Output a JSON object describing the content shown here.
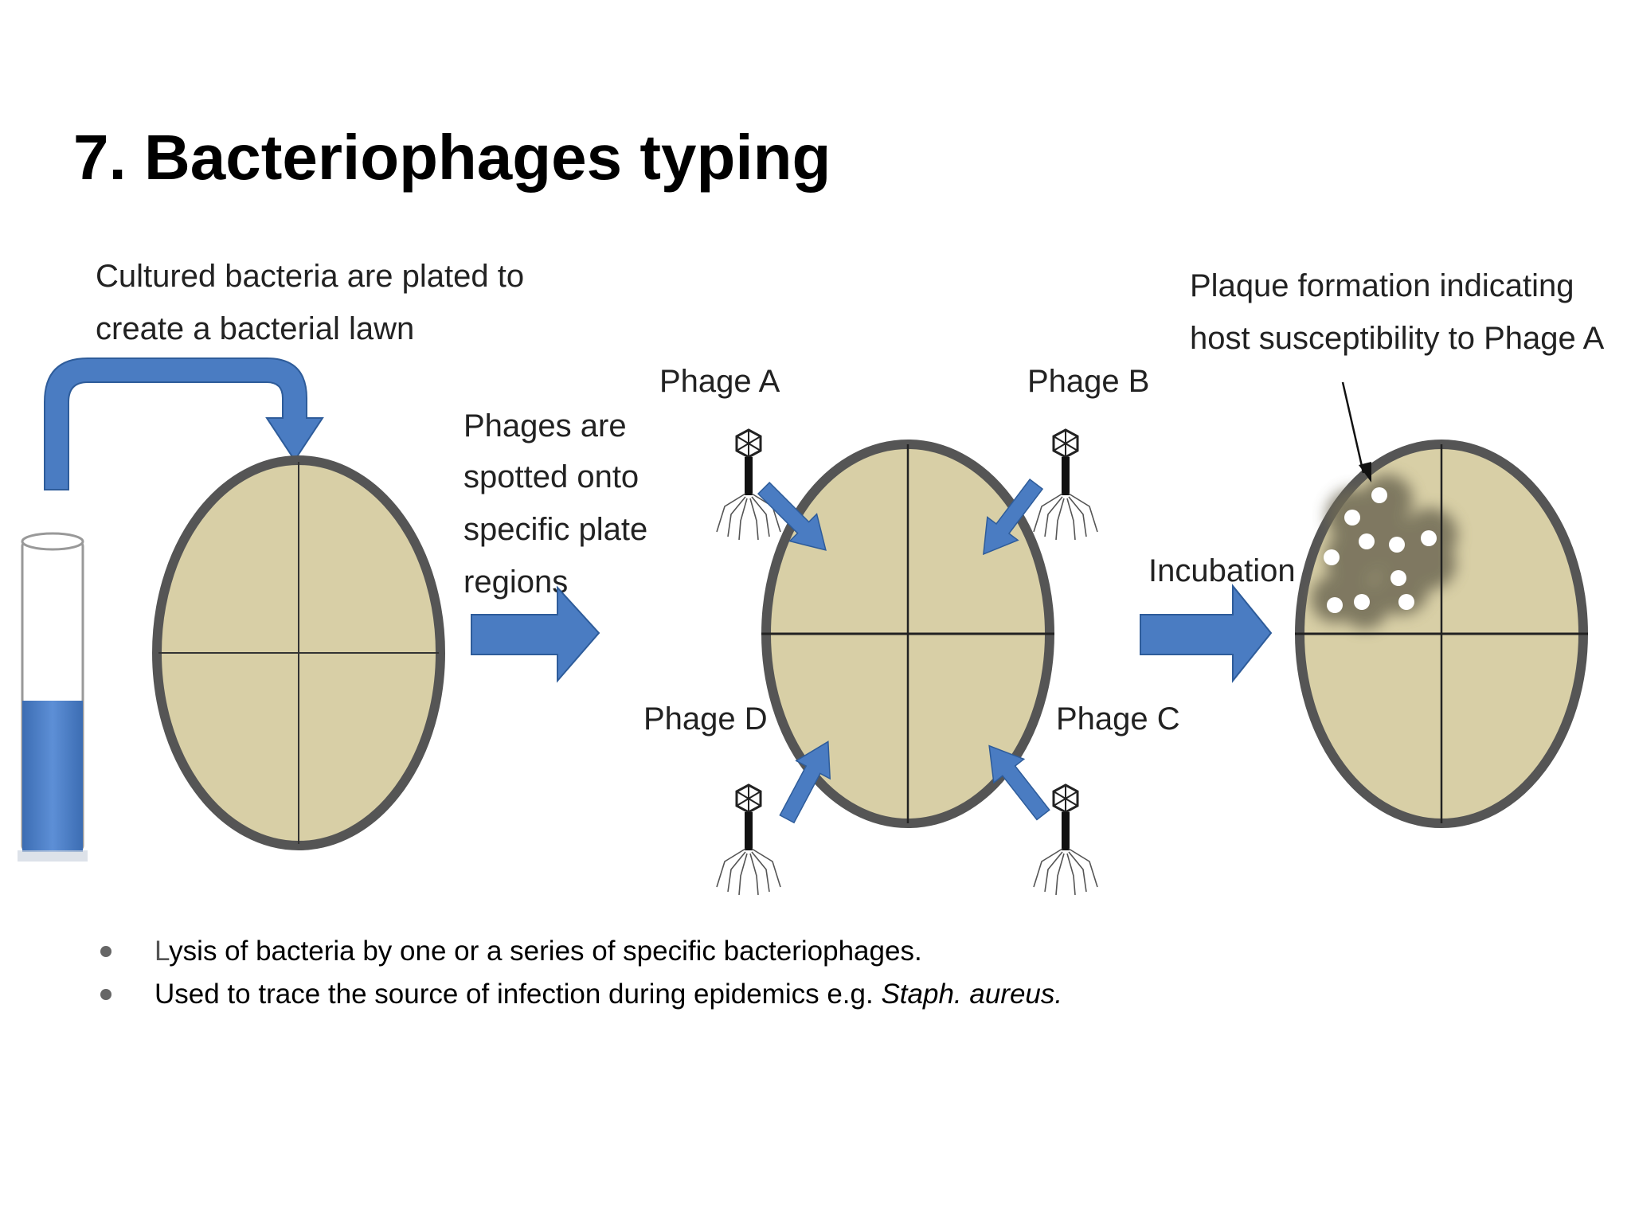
{
  "title": "7. Bacteriophages typing",
  "diagram": {
    "label_culture": [
      "Cultured bacteria are plated to",
      "create a bacterial lawn"
    ],
    "label_spotting": [
      "Phages are",
      "spotted onto",
      "specific plate",
      "regions"
    ],
    "label_plaque": [
      "Plaque formation indicating",
      "host susceptibility to Phage A"
    ],
    "label_incubation": "Incubation",
    "phage_a": "Phage A",
    "phage_b": "Phage B",
    "phage_c": "Phage C",
    "phage_d": "Phage D",
    "colors": {
      "arrow": "#4a7cc2",
      "plate_fill": "#d8cfa6",
      "plate_rim": "#555555",
      "tube_liquid": "#4a7cc2",
      "plaque_halo": "#6f6a55"
    }
  },
  "bullets": {
    "item1_first_letter": "L",
    "item1_rest": "ysis of bacteria by one or a series of specific bacteriophages.",
    "item2_text": "Used to trace the source of infection during epidemics e.g. ",
    "item2_italic": "Staph. aureus."
  }
}
